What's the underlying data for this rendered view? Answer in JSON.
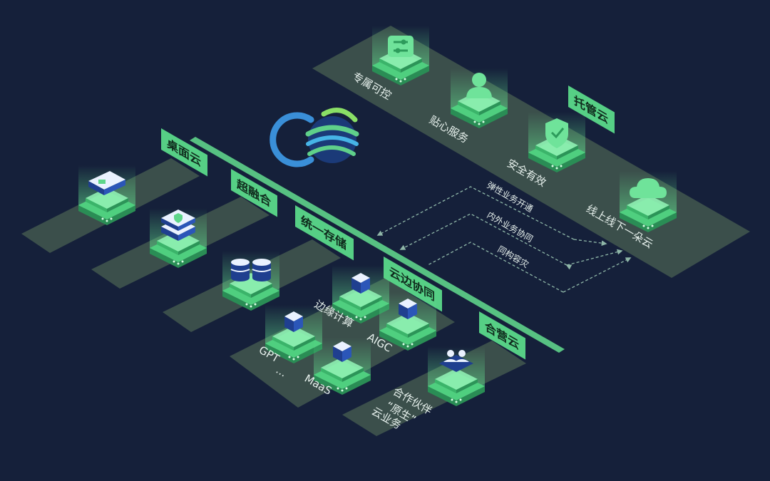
{
  "colors": {
    "background": "#15203a",
    "platform": "#3b4f4b",
    "platform_edge": "#2a3b3b",
    "green": "#5ed68a",
    "green_dark": "#2f9a5c",
    "badge": "#56cf85",
    "navy": "#1f3f8f",
    "arrow": "#8fb7a8"
  },
  "sections": {
    "tuoguan": {
      "badge": "托管云",
      "items": [
        "专属可控",
        "贴心服务",
        "安全有效",
        "线上线下一朵云"
      ],
      "icons": [
        "sliders-icon",
        "user-icon",
        "shield-check-icon",
        "cloud-icon"
      ]
    },
    "desktop": {
      "badge": "桌面云",
      "icon": "thin-client-icon"
    },
    "hci": {
      "badge": "超融合",
      "icon": "server-stack-icon"
    },
    "storage": {
      "badge": "统一存储",
      "icon": "database-icon"
    },
    "edge": {
      "badge": "云边协同",
      "labels": [
        "边缘计算",
        "AIGC",
        "GPT",
        "...",
        "MaaS"
      ],
      "icon": "cube-icon"
    },
    "partner": {
      "badge": "合营云",
      "lines": [
        "合作伙伴",
        "“原生”",
        "云业务"
      ],
      "icon": "partners-icon"
    }
  },
  "flows": [
    "弹性业务开通",
    "内外业务协同",
    "同构容灾"
  ],
  "logo": {
    "name": "logo-icon"
  }
}
